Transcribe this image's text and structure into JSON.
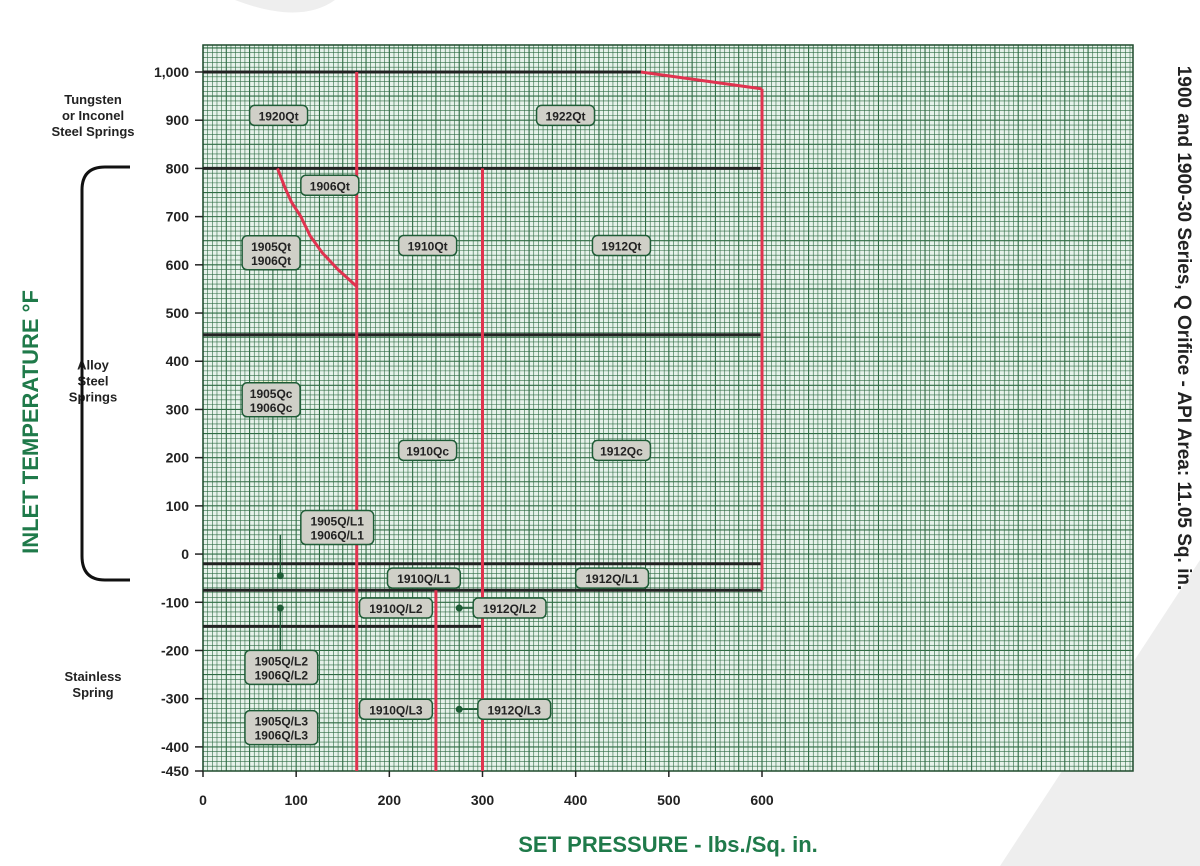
{
  "chart_data": {
    "type": "line",
    "title": "1900 and 1900-30 Series, Q Orifice - API Area:  11.05 Sq. in.",
    "xlabel": "SET PRESSURE - lbs./Sq. in.",
    "ylabel": "INLET TEMPERATURE °F",
    "xlim": [
      0,
      1000
    ],
    "ylim": [
      -450,
      1050
    ],
    "grid": true,
    "xticks": [
      "0",
      "100",
      "200",
      "300",
      "400",
      "500",
      "600"
    ],
    "xtick_values": [
      0,
      100,
      200,
      300,
      400,
      500,
      600
    ],
    "yticks": [
      "1,000",
      "900",
      "800",
      "700",
      "600",
      "500",
      "400",
      "300",
      "200",
      "100",
      "0",
      "-100",
      "-200",
      "-300",
      "-400",
      "-450"
    ],
    "ytick_values": [
      1000,
      900,
      800,
      700,
      600,
      500,
      400,
      300,
      200,
      100,
      0,
      -100,
      -200,
      -300,
      -400,
      -450
    ],
    "zones": [
      {
        "lines": [
          "Tungsten",
          "or Inconel",
          "Steel Springs"
        ],
        "y": 900
      },
      {
        "lines": [
          "Alloy",
          "Steel",
          "Springs"
        ],
        "y": 350
      },
      {
        "lines": [
          "Stainless",
          "Spring"
        ],
        "y": -280
      }
    ],
    "black_lines": [
      {
        "x": [
          0,
          470
        ],
        "y": [
          1000,
          1000
        ]
      },
      {
        "x": [
          0,
          600
        ],
        "y": [
          800,
          800
        ]
      },
      {
        "x": [
          0,
          600
        ],
        "y": [
          455,
          455
        ]
      },
      {
        "x": [
          0,
          600
        ],
        "y": [
          -20,
          -20
        ]
      },
      {
        "x": [
          0,
          600
        ],
        "y": [
          -75,
          -75
        ]
      },
      {
        "x": [
          0,
          300
        ],
        "y": [
          -150,
          -150
        ]
      }
    ],
    "red_lines": [
      {
        "x": [
          165,
          165
        ],
        "y": [
          1000,
          -450
        ]
      },
      {
        "x": [
          250,
          250
        ],
        "y": [
          -75,
          -450
        ]
      },
      {
        "x": [
          300,
          300
        ],
        "y": [
          800,
          -450
        ]
      },
      {
        "x": [
          600,
          600
        ],
        "y": [
          965,
          -75
        ]
      },
      {
        "x": [
          470,
          600
        ],
        "y": [
          1000,
          965
        ]
      },
      {
        "x": [
          80,
          88,
          95,
          105,
          115,
          128,
          145,
          165
        ],
        "y": [
          800,
          760,
          730,
          700,
          660,
          625,
          590,
          555
        ]
      }
    ],
    "labels": [
      {
        "lines": [
          "1920Qt"
        ],
        "x": 50,
        "y": 910
      },
      {
        "lines": [
          "1922Qt"
        ],
        "x": 358,
        "y": 910
      },
      {
        "lines": [
          "1906Qt"
        ],
        "x": 105,
        "y": 765
      },
      {
        "lines": [
          "1905Qt",
          "1906Qt"
        ],
        "x": 42,
        "y": 625
      },
      {
        "lines": [
          "1910Qt"
        ],
        "x": 210,
        "y": 640
      },
      {
        "lines": [
          "1912Qt"
        ],
        "x": 418,
        "y": 640
      },
      {
        "lines": [
          "1905Qc",
          "1906Qc"
        ],
        "x": 42,
        "y": 320
      },
      {
        "lines": [
          "1910Qc"
        ],
        "x": 210,
        "y": 215
      },
      {
        "lines": [
          "1912Qc"
        ],
        "x": 418,
        "y": 215
      },
      {
        "lines": [
          "1905Q/L1",
          "1906Q/L1"
        ],
        "x": 105,
        "y": 55
      },
      {
        "lines": [
          "1910Q/L1"
        ],
        "x": 198,
        "y": -50
      },
      {
        "lines": [
          "1912Q/L1"
        ],
        "x": 400,
        "y": -50
      },
      {
        "lines": [
          "1910Q/L2"
        ],
        "x": 168,
        "y": -112
      },
      {
        "lines": [
          "1912Q/L2"
        ],
        "x": 290,
        "y": -112
      },
      {
        "lines": [
          "1905Q/L2",
          "1906Q/L2"
        ],
        "x": 45,
        "y": -235
      },
      {
        "lines": [
          "1910Q/L3"
        ],
        "x": 168,
        "y": -322
      },
      {
        "lines": [
          "1912Q/L3"
        ],
        "x": 295,
        "y": -322
      },
      {
        "lines": [
          "1905Q/L3",
          "1906Q/L3"
        ],
        "x": 45,
        "y": -360
      }
    ],
    "leaders": [
      {
        "from": [
          83,
          40
        ],
        "to": [
          83,
          -45
        ]
      },
      {
        "from": [
          83,
          -232
        ],
        "to": [
          83,
          -112
        ]
      },
      {
        "from": [
          290,
          -112
        ],
        "to": [
          275,
          -112
        ]
      },
      {
        "from": [
          295,
          -322
        ],
        "to": [
          275,
          -322
        ]
      }
    ],
    "colors": {
      "grid": "#2e6b43",
      "plot_bg": "#e6f2ea",
      "border": "#1e4a2c",
      "black_line": "#222222",
      "red_line": "#e0334f",
      "box_bg": "#d0d0c8",
      "box_border": "#1e5c36",
      "highlight": "#f2e23a",
      "axis_title": "#1f7a4a"
    }
  }
}
